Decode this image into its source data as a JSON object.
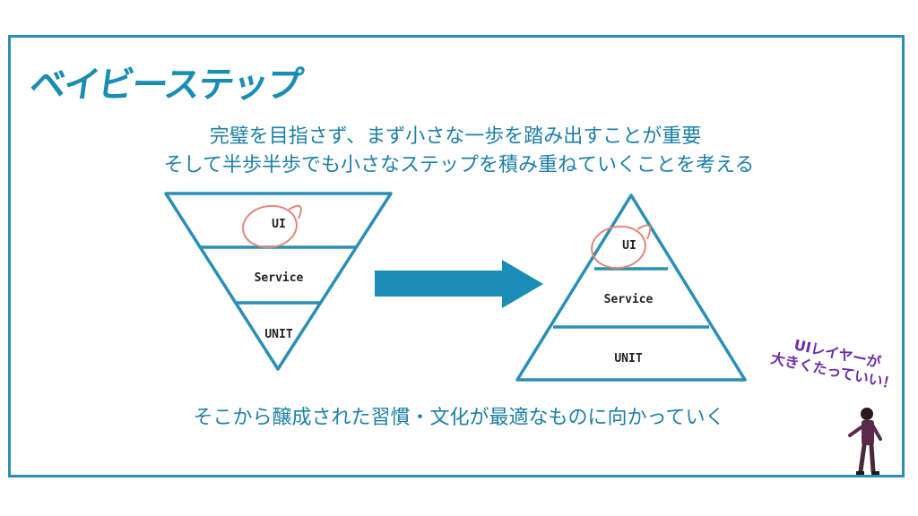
{
  "slide": {
    "title": "ベイビーステップ",
    "line1": "完璧を目指さず、まず小さな一歩を踏み出すことが重要",
    "line2": "そして半歩半歩でも小さなステップを積み重ねていくことを考える",
    "line3": "そこから醸成された習慣・文化が最適なものに向かっていく"
  },
  "inverted_pyramid": {
    "layers": [
      "UI",
      "Service",
      "UNIT"
    ]
  },
  "pyramid": {
    "layers": [
      "UI",
      "Service",
      "UNIT"
    ]
  },
  "note": {
    "line1": "UIレイヤーが",
    "line2": "大きくたっていい！"
  },
  "colors": {
    "accent": "#2b8fb3",
    "text": "#1e7fa8",
    "highlight": "#e0877a",
    "note": "#6b2fa8"
  }
}
